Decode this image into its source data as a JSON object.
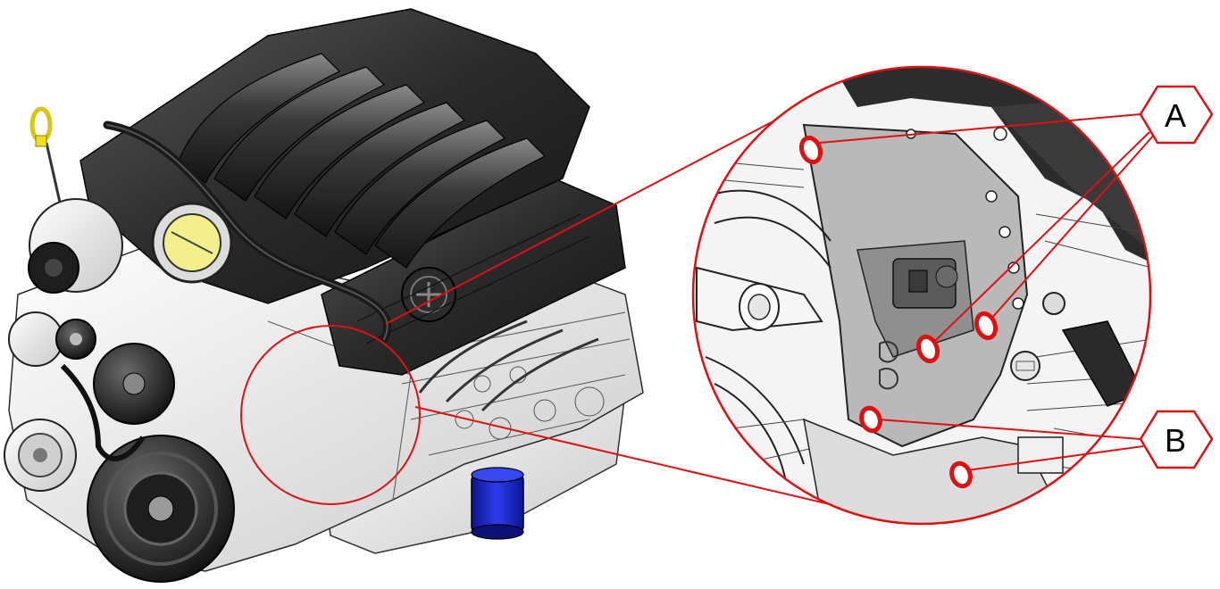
{
  "diagram": {
    "callouts": [
      {
        "id": "A",
        "label": "A"
      },
      {
        "id": "B",
        "label": "B"
      }
    ],
    "colors": {
      "callout_line": "#e01010",
      "callout_outline": "#e01010",
      "engine_body": "#3a3a3a",
      "engine_light": "#d8d8d8",
      "dipstick_handle": "#f2e01a",
      "throttle_plate": "#f2ef8c",
      "oil_filter": "#1a27c9",
      "highlight_ring": "#e01010"
    },
    "icons": [
      "engine-illustration",
      "detail-magnifier",
      "bolt-hole-marker"
    ]
  }
}
